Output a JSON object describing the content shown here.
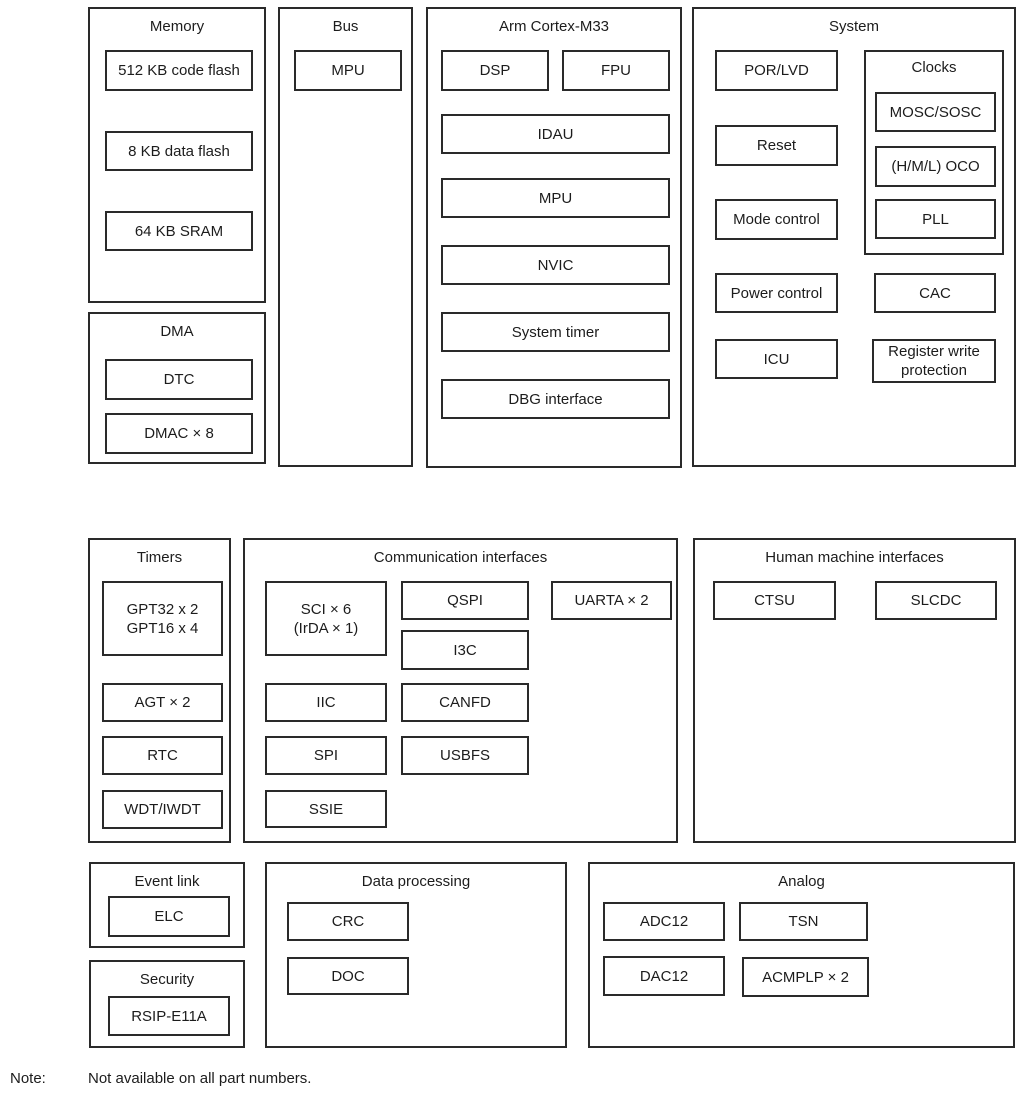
{
  "memory": {
    "title": "Memory",
    "blocks": {
      "code_flash": "512 KB code flash",
      "data_flash": "8 KB data flash",
      "sram": "64 KB SRAM"
    }
  },
  "dma": {
    "title": "DMA",
    "blocks": {
      "dtc": "DTC",
      "dmac": "DMAC × 8"
    }
  },
  "bus": {
    "title": "Bus",
    "blocks": {
      "mpu": "MPU"
    }
  },
  "cortex": {
    "title": "Arm Cortex-M33",
    "blocks": {
      "dsp": "DSP",
      "fpu": "FPU",
      "idau": "IDAU",
      "mpu": "MPU",
      "nvic": "NVIC",
      "system_timer": "System timer",
      "dbg_interface": "DBG interface"
    }
  },
  "system": {
    "title": "System",
    "blocks": {
      "por_lvd": "POR/LVD",
      "reset": "Reset",
      "mode_control": "Mode control",
      "power_control": "Power control",
      "icu": "ICU",
      "cac": "CAC",
      "reg_write_protection": "Register write\nprotection"
    },
    "clocks": {
      "title": "Clocks",
      "blocks": {
        "mosc_sosc": "MOSC/SOSC",
        "oco": "(H/M/L) OCO",
        "pll": "PLL"
      }
    }
  },
  "timers": {
    "title": "Timers",
    "blocks": {
      "gpt": "GPT32 x 2\nGPT16 x 4",
      "agt": "AGT × 2",
      "rtc": "RTC",
      "wdt": "WDT/IWDT"
    }
  },
  "comm": {
    "title": "Communication interfaces",
    "blocks": {
      "sci": "SCI × 6\n(IrDA × 1)",
      "qspi": "QSPI",
      "i3c": "I3C",
      "uarta": "UARTA × 2",
      "iic": "IIC",
      "canfd": "CANFD",
      "spi": "SPI",
      "usbfs": "USBFS",
      "ssie": "SSIE"
    }
  },
  "hmi": {
    "title": "Human machine interfaces",
    "blocks": {
      "ctsu": "CTSU",
      "slcdc": "SLCDC"
    }
  },
  "event_link": {
    "title": "Event link",
    "blocks": {
      "elc": "ELC"
    }
  },
  "security": {
    "title": "Security",
    "blocks": {
      "rsip": "RSIP-E11A"
    }
  },
  "data_processing": {
    "title": "Data processing",
    "blocks": {
      "crc": "CRC",
      "doc": "DOC"
    }
  },
  "analog": {
    "title": "Analog",
    "blocks": {
      "adc12": "ADC12",
      "tsn": "TSN",
      "dac12": "DAC12",
      "acmplp": "ACMPLP × 2"
    }
  },
  "note": {
    "label": "Note:",
    "text": "Not available on all part numbers."
  },
  "colors": {
    "border": "#2a2a2a",
    "background": "#ffffff",
    "text": "#1c1c1c"
  }
}
